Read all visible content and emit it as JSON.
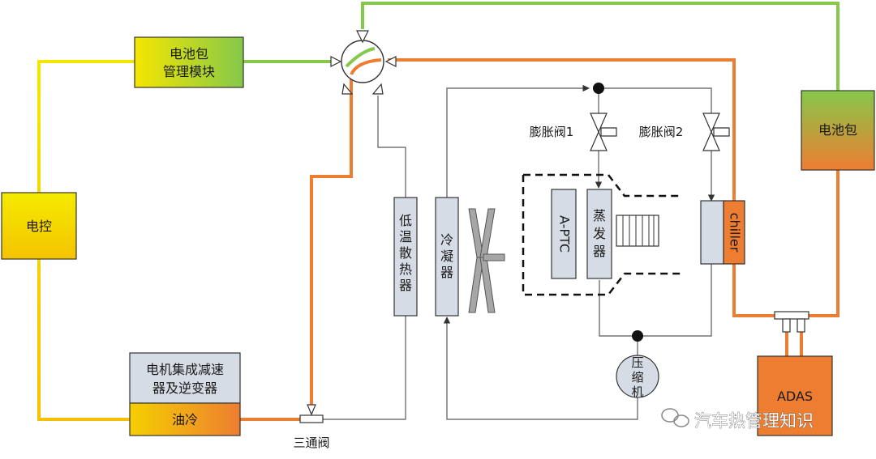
{
  "labels": {
    "battery_mgmt_line1": "电池包",
    "battery_mgmt_line2": "管理模块",
    "motor_ctrl": "电控",
    "motor_unit_line1": "电机集成减速",
    "motor_unit_line2": "器及逆变器",
    "oil_cooling": "油冷",
    "three_way_valve": "三通阀",
    "low_temp_radiator": [
      "低",
      "温",
      "散",
      "热",
      "器"
    ],
    "condenser": [
      "冷",
      "凝",
      "器"
    ],
    "expansion_valve_1": "膨胀阀1",
    "expansion_valve_2": "膨胀阀2",
    "a_ptc": "A-PTC",
    "evaporator": [
      "蒸",
      "发",
      "器"
    ],
    "chiller": "chiller",
    "battery_pack": "电池包",
    "compressor": [
      "压",
      "缩",
      "机"
    ],
    "adas": "ADAS",
    "watermark": "汽车热管理知识"
  },
  "colors": {
    "yellow_line": "#f5e600",
    "green_line": "#86c84a",
    "orange_line": "#ed7d31",
    "gray_line": "#595959",
    "box_blue_gray": "#d6dce5",
    "orange_box": "#ed7d31"
  }
}
